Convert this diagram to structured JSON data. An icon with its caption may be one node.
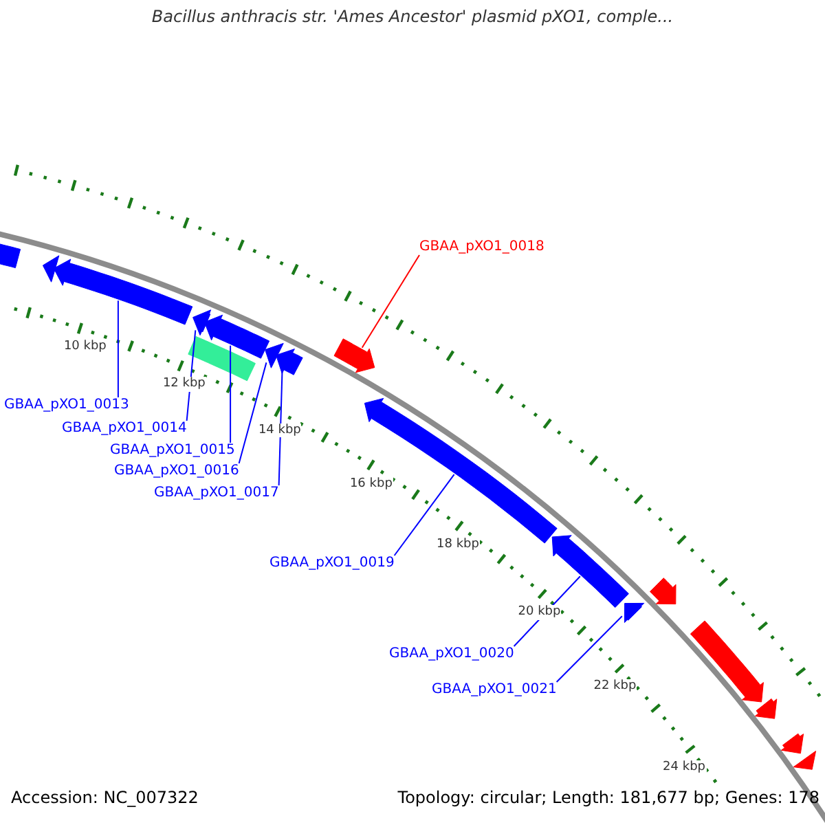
{
  "diagram": {
    "title": "Bacillus anthracis str. 'Ames Ancestor' plasmid pXO1, comple...",
    "nodes": [
      {
        "text": [
          "GBAA_pXO1_0018"
        ]
      },
      {
        "text": [
          "GBAA_pXO1_0013"
        ]
      },
      {
        "text": [
          "GBAA_pXO1_0014"
        ]
      },
      {
        "text": [
          "GBAA_pXO1_0015"
        ]
      },
      {
        "text": [
          "GBAA_pXO1_0016"
        ]
      },
      {
        "text": [
          "GBAA_pXO1_0017"
        ]
      },
      {
        "text": [
          "GBAA_pXO1_0019"
        ]
      },
      {
        "text": [
          "GBAA_pXO1_0020"
        ]
      },
      {
        "text": [
          "GBAA_pXO1_0021"
        ]
      },
      {
        "text": [],
        "shape": "bar"
      },
      {
        "text": [],
        "shape": "arrow"
      },
      {
        "text": [],
        "shape": "arrow"
      },
      {
        "text": [],
        "shape": "arrow"
      },
      {
        "text": [],
        "shape": "arrow"
      },
      {
        "text": [],
        "shape": "bar"
      },
      {
        "text": [],
        "shape": "arrow"
      },
      {
        "text": [],
        "shape": "arrow"
      },
      {
        "text": [],
        "shape": "arrow"
      },
      {
        "text": [],
        "shape": "arrow"
      },
      {
        "text": [],
        "shape": "arrow"
      },
      {
        "text": [],
        "shape": "arrow"
      },
      {
        "text": [],
        "shape": "arrow"
      },
      {
        "text": [],
        "shape": "arrow"
      },
      {
        "text": [],
        "shape": "arrow"
      },
      {
        "text": [],
        "shape": "arrow"
      },
      {
        "text": [],
        "shape": "arrow"
      }
    ],
    "edges": [
      {
        "from": 0,
        "to": 17,
        "arrow": "none",
        "color": "#ff0000"
      },
      {
        "from": 1,
        "to": 11,
        "arrow": "none"
      },
      {
        "from": 2,
        "to": 12,
        "arrow": "none"
      },
      {
        "from": 3,
        "to": 13,
        "arrow": "none"
      },
      {
        "from": 4,
        "to": 15,
        "arrow": "none"
      },
      {
        "from": 5,
        "to": 16,
        "arrow": "none"
      },
      {
        "from": 6,
        "to": 18,
        "arrow": "none"
      },
      {
        "from": 7,
        "to": 19,
        "arrow": "none"
      },
      {
        "from": 8,
        "to": 20,
        "arrow": "none"
      }
    ],
    "labels": [
      "10 kbp",
      "12 kbp",
      "14 kbp",
      "16 kbp",
      "18 kbp",
      "20 kbp",
      "22 kbp",
      "24 kbp",
      "Accession: NC_007322",
      "Topology: circular; Length: 181,677 bp; Genes: 178"
    ]
  }
}
